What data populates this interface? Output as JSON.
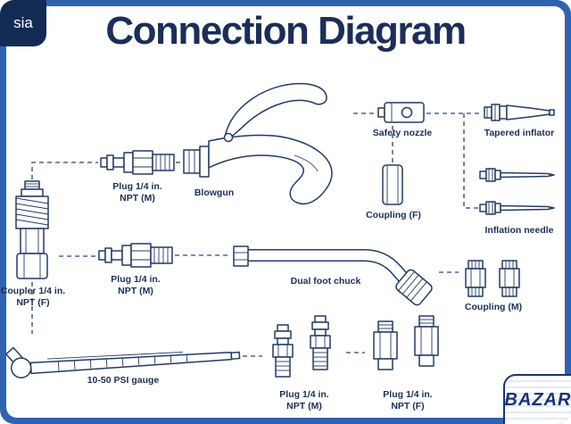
{
  "page": {
    "title": "Connection Diagram",
    "watermark_left": "sia",
    "watermark_right": "BAZAR"
  },
  "colors": {
    "frame_blue": "#2f63b0",
    "panel_white": "#ffffff",
    "ink_navy": "#233a66",
    "title_navy": "#1b2e58",
    "badge_navy": "#132a55"
  },
  "items": {
    "blowgun": {
      "label": "Blowgun"
    },
    "plug_m_top": {
      "label1": "Plug 1/4 in.",
      "label2": "NPT (M)"
    },
    "safety_nozzle": {
      "label": "Safety nozzle"
    },
    "tapered_inflator": {
      "label": "Tapered inflator"
    },
    "coupling_f": {
      "label": "Coupling (F)"
    },
    "inflation_needle": {
      "label": "Inflation needle"
    },
    "coupler_f": {
      "label1": "Coupler 1/4 in.",
      "label2": "NPT (F)"
    },
    "plug_m_mid": {
      "label1": "Plug 1/4 in.",
      "label2": "NPT (M)"
    },
    "dual_foot_chuck": {
      "label": "Dual foot chuck"
    },
    "coupling_m": {
      "label": "Coupling (M)"
    },
    "psi_gauge": {
      "label": "10-50 PSI gauge"
    },
    "plug_m_bottom": {
      "label1": "Plug 1/4 in.",
      "label2": "NPT (M)"
    },
    "plug_f_bottom": {
      "label1": "Plug 1/4 in.",
      "label2": "NPT (F)"
    }
  }
}
